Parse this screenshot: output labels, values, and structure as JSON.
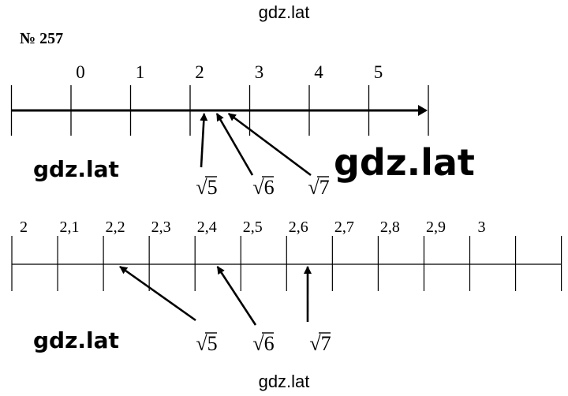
{
  "watermarks": {
    "top": "gdz.lat",
    "mid_left": "gdz.lat",
    "mid_right": "gdz.lat",
    "lower_left": "gdz.lat",
    "bottom": "gdz.lat"
  },
  "problem_number": "№ 257",
  "line1": {
    "ticks": [
      {
        "value": -1,
        "label": ""
      },
      {
        "value": 0,
        "label": "0"
      },
      {
        "value": 1,
        "label": "1"
      },
      {
        "value": 2,
        "label": "2"
      },
      {
        "value": 3,
        "label": "3"
      },
      {
        "value": 4,
        "label": "4"
      },
      {
        "value": 5,
        "label": "5"
      },
      {
        "value": 6,
        "label": ""
      }
    ],
    "marks": [
      {
        "value": 2.236,
        "label": "√5"
      },
      {
        "value": 2.449,
        "label": "√6"
      },
      {
        "value": 2.646,
        "label": "√7"
      }
    ]
  },
  "line2": {
    "ticks": [
      {
        "value": 2.0,
        "label": "2"
      },
      {
        "value": 2.1,
        "label": "2,1"
      },
      {
        "value": 2.2,
        "label": "2,2"
      },
      {
        "value": 2.3,
        "label": "2,3"
      },
      {
        "value": 2.4,
        "label": "2,4"
      },
      {
        "value": 2.5,
        "label": "2,5"
      },
      {
        "value": 2.6,
        "label": "2,6"
      },
      {
        "value": 2.7,
        "label": "2,7"
      },
      {
        "value": 2.8,
        "label": "2,8"
      },
      {
        "value": 2.9,
        "label": "2,9"
      },
      {
        "value": 3.0,
        "label": "3"
      },
      {
        "value": 3.1,
        "label": ""
      },
      {
        "value": 3.2,
        "label": ""
      }
    ],
    "marks": [
      {
        "value": 2.236,
        "label": "√5"
      },
      {
        "value": 2.449,
        "label": "√6"
      },
      {
        "value": 2.646,
        "label": "√7"
      }
    ]
  }
}
